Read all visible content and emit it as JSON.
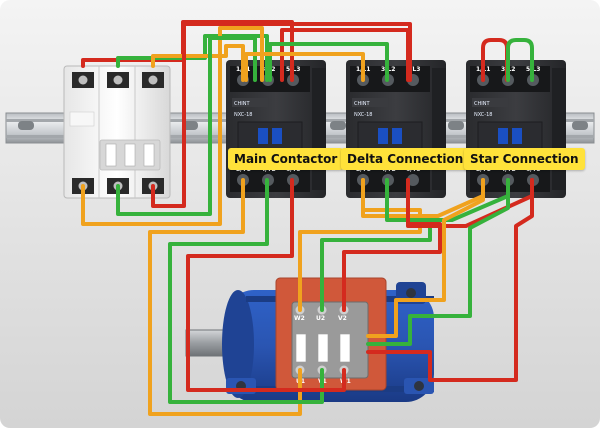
{
  "labels": {
    "main_contactor": "Main Contactor",
    "delta_connection": "Delta Connection",
    "star_connection": "Star Connection"
  },
  "contactor_brand": "CHINT",
  "contactor_model": "NXC-18",
  "contactor_terminals": {
    "top": [
      "1/L1",
      "3/L2",
      "5/L3"
    ],
    "bottom": [
      "2/T1",
      "4/T2",
      "6/T3"
    ]
  },
  "motor_terminals": {
    "top": [
      "W2",
      "U2",
      "V2"
    ],
    "bottom": [
      "U1",
      "V1",
      "W1"
    ]
  },
  "wire_colors": {
    "red": "#d42a1e",
    "green": "#36b23c",
    "orange": "#f0a21e"
  }
}
